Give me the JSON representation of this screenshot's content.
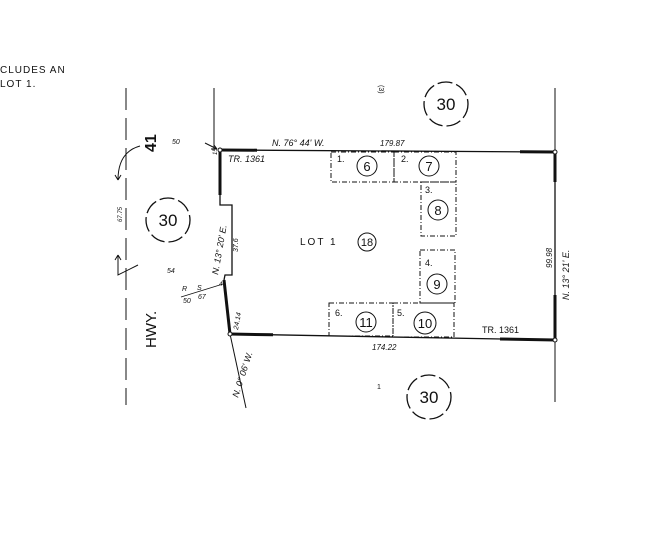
{
  "note": {
    "line1": "CLUDES AN",
    "line2": "LOT 1."
  },
  "highway": {
    "name": "HWY.",
    "number": "41"
  },
  "parcel": {
    "lot": "LOT 1",
    "lot_number": "18",
    "tract_top": "TR. 1361",
    "tract_bottom": "TR. 1361"
  },
  "bearings": {
    "top": "N. 76° 44' W.",
    "right": "N. 13° 21' E.",
    "left": "N. 13° 20' E.",
    "diagonal": "N. 0° 06' W."
  },
  "distances": {
    "top": "179.87",
    "right": "99.98",
    "bottom": "174.22",
    "left_jog": "37.6",
    "diagonal": "24.14",
    "road_width": "67.75",
    "offset_top": "50",
    "offset_bottom": "54",
    "r_label": "R",
    "r_value": "50",
    "s_label": "S",
    "s_value": "67",
    "corner_top": "15",
    "corner_mark": "4"
  },
  "map_sheets": [
    "30",
    "30",
    "30"
  ],
  "small_marks": {
    "top": "(3)",
    "bottom": "1"
  },
  "sublots": [
    {
      "index": "1.",
      "number": "6"
    },
    {
      "index": "2.",
      "number": "7"
    },
    {
      "index": "3.",
      "number": "8"
    },
    {
      "index": "4.",
      "number": "9"
    },
    {
      "index": "5.",
      "number": "10"
    },
    {
      "index": "6.",
      "number": "11"
    }
  ]
}
